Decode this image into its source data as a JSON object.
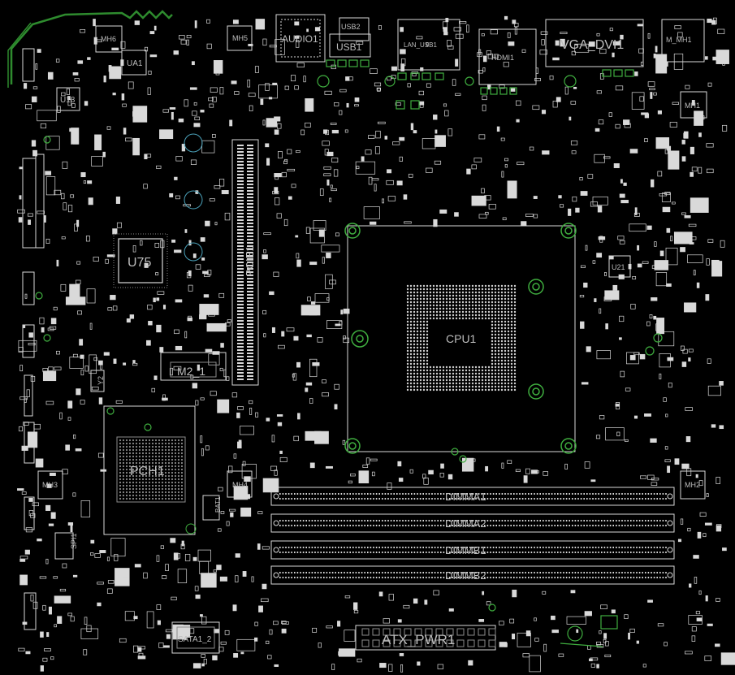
{
  "labels": {
    "mh1": "MH1",
    "mh2": "MH2",
    "mh3": "MH3",
    "mh4": "MH4",
    "mh5": "MH5",
    "mh6": "MH6",
    "mh_m1": "M_MH1",
    "ua1": "UA1",
    "u18": "U18",
    "u75": "U75",
    "u21": "U21",
    "audio1": "AUDIO1",
    "usb1": "USB1",
    "usb2": "USB2",
    "lan_usb1": "LAN_USB1",
    "hdmi1": "HDMI1",
    "vga_dvi1": "VGA_DVI1",
    "m2_1": "M2_1",
    "pcie1": "PCIE1",
    "pch1": "PCH1",
    "cpu1": "CPU1",
    "dimma1": "DIMMA1",
    "dimma2": "DIMMA2",
    "dimmb1": "DIMMB1",
    "dimmb2": "DIMMB2",
    "atx_pwr1": "ATX_PWR1",
    "sata1_2": "SATA1_2",
    "spi1": "SPI1",
    "y2": "Y2",
    "bat1": "BAT1"
  },
  "colors": {
    "background": "#000000",
    "silkscreen": "#d9d9d9",
    "silk_dim": "#8c8c8c",
    "copper_green": "#2e8b2e",
    "pad_green": "#3fae3f",
    "mount_cyan": "#4aa0b8"
  }
}
